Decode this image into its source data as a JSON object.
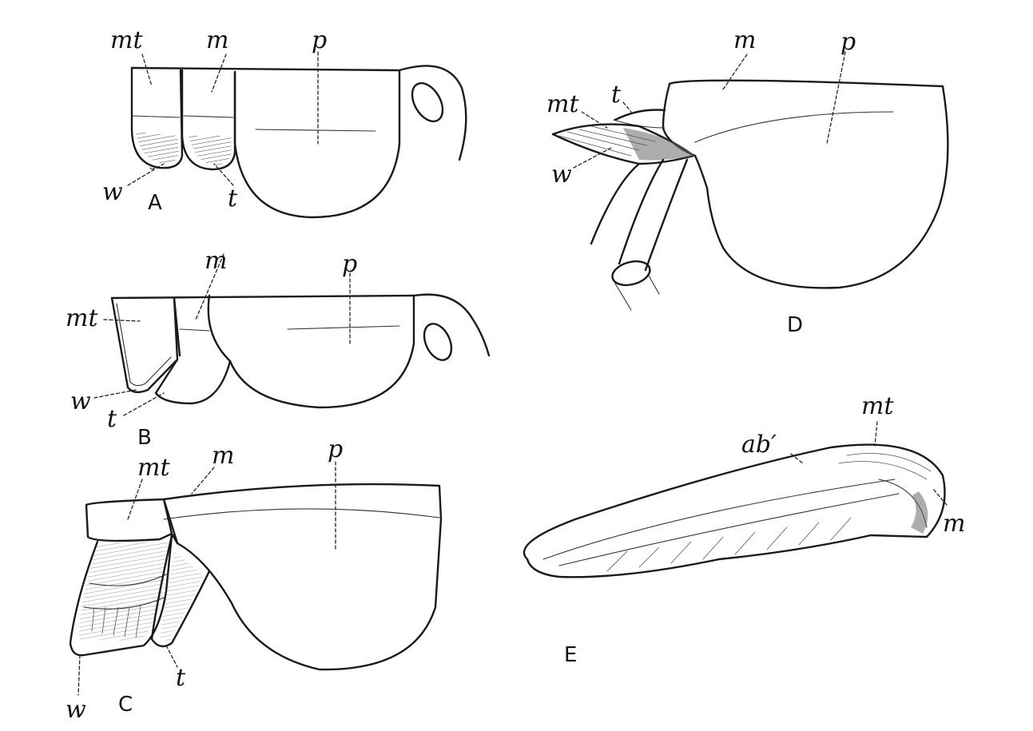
{
  "panels": {
    "A": {
      "caption": "A",
      "labels": {
        "mt": "mt",
        "m": "m",
        "p": "p",
        "w": "w",
        "t": "t"
      }
    },
    "B": {
      "caption": "B",
      "labels": {
        "mt": "mt",
        "m": "m",
        "p": "p",
        "w": "w",
        "t": "t"
      }
    },
    "C": {
      "caption": "C",
      "labels": {
        "mt": "mt",
        "m": "m",
        "p": "p",
        "w": "w",
        "t": "t"
      }
    },
    "D": {
      "caption": "D",
      "labels": {
        "mt": "mt",
        "t": "t",
        "m": "m",
        "p": "p",
        "w": "w"
      }
    },
    "E": {
      "caption": "E",
      "labels": {
        "ab": "ab′",
        "mt": "mt",
        "m": "m"
      }
    }
  }
}
